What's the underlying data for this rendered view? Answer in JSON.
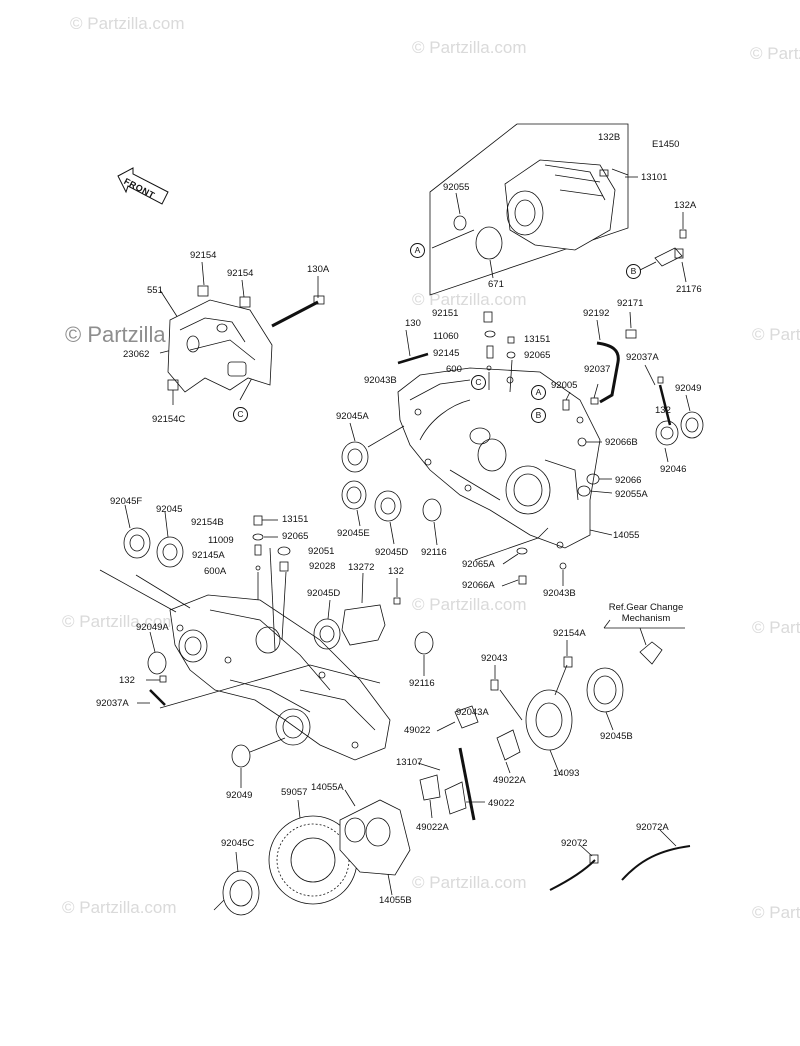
{
  "watermark": {
    "text": "© Partzilla.com",
    "brand": "© Partzilla"
  },
  "diagram_ref": "E1450",
  "front_label": "FRONT",
  "ref_note": {
    "line1": "Ref.Gear Change",
    "line2": "Mechanism"
  },
  "callouts": {
    "a": "A",
    "b": "B",
    "c": "C"
  },
  "parts": {
    "p132b": "132B",
    "p13101": "13101",
    "p92055": "92055",
    "p671": "671",
    "p132a": "132A",
    "p21176": "21176",
    "p92154_1": "92154",
    "p92154_2": "92154",
    "p130a": "130A",
    "p551": "551",
    "p23062": "23062",
    "p92154c": "92154C",
    "p92151": "92151",
    "p130": "130",
    "p11060": "11060",
    "p13151_1": "13151",
    "p92145": "92145",
    "p92065_1": "92065",
    "p600": "600",
    "p92192": "92192",
    "p92171": "92171",
    "p92037": "92037",
    "p92005": "92005",
    "p92037a_1": "92037A",
    "p92043b_1": "92043B",
    "p92045a": "92045A",
    "p92049_1": "92049",
    "p132_1": "132",
    "p92066b": "92066B",
    "p92066": "92066",
    "p92046": "92046",
    "p92055a": "92055A",
    "p92045e": "92045E",
    "p92045d_1": "92045D",
    "p92116_1": "92116",
    "p14055": "14055",
    "p92065a": "92065A",
    "p92066a": "92066A",
    "p92043b_2": "92043B",
    "p92045f": "92045F",
    "p92045": "92045",
    "p92154b": "92154B",
    "p13151_2": "13151",
    "p92065_2": "92065",
    "p11009": "11009",
    "p92051": "92051",
    "p92145a": "92145A",
    "p600a": "600A",
    "p92028": "92028",
    "p13272": "13272",
    "p132_2": "132",
    "p92045d_2": "92045D",
    "p92049a": "92049A",
    "p132_3": "132",
    "p92037a_2": "92037A",
    "p92116_2": "92116",
    "p92043": "92043",
    "p92154a": "92154A",
    "p92043a": "92043A",
    "p49022_1": "49022",
    "p49022a_1": "49022A",
    "p14093": "14093",
    "p92045b": "92045B",
    "p13107": "13107",
    "p49022_2": "49022",
    "p49022a_2": "49022A",
    "p92049_2": "92049",
    "p59057": "59057",
    "p14055a": "14055A",
    "p14055b": "14055B",
    "p92045c": "92045C",
    "p92072": "92072",
    "p92072a": "92072A"
  }
}
